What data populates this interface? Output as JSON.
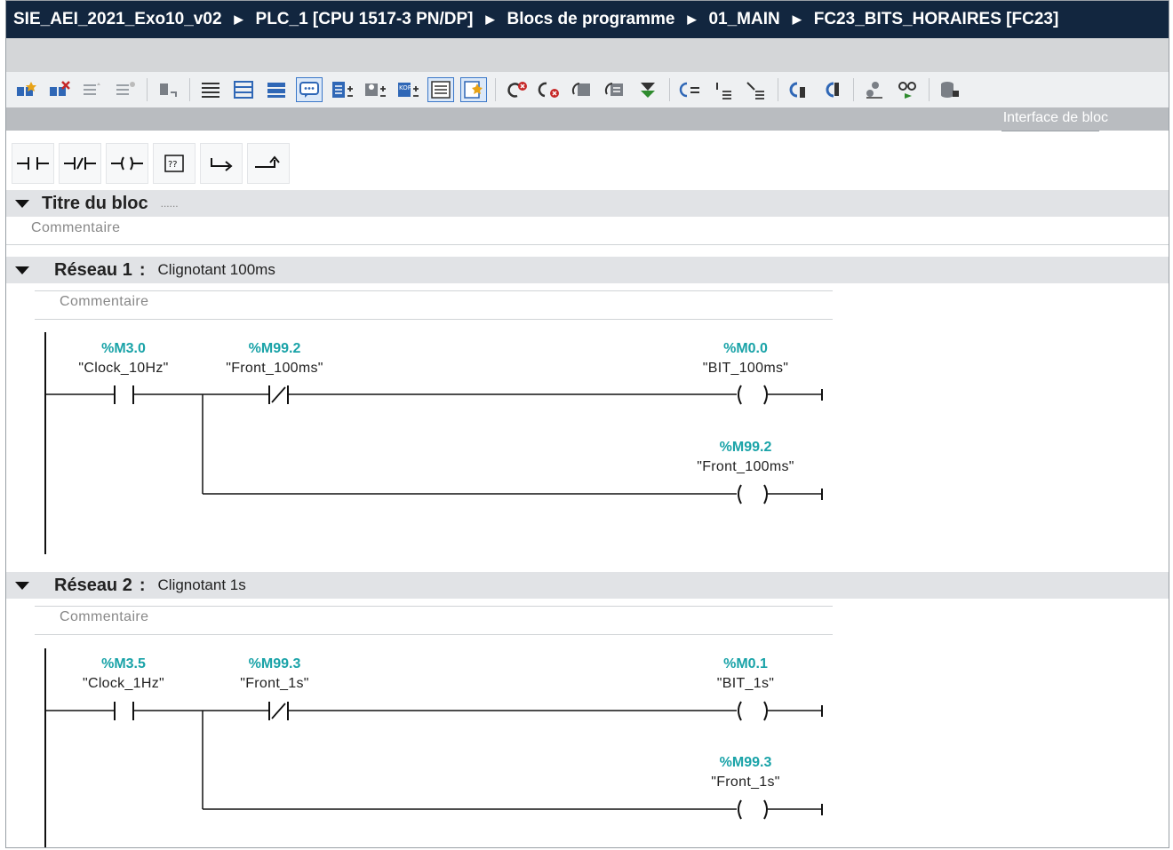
{
  "breadcrumb": {
    "items": [
      "SIE_AEI_2021_Exo10_v02",
      "PLC_1 [CPU 1517-3 PN/DP]",
      "Blocs de programme",
      "01_MAIN",
      "FC23_BITS_HORAIRES [FC23]"
    ],
    "separator": "▶"
  },
  "interface_label": "Interface de bloc",
  "block": {
    "title": "Titre du bloc",
    "dots": "......",
    "comment": "Commentaire"
  },
  "networks": [
    {
      "label": "Réseau 1",
      "colon": ":",
      "title": "Clignotant 100ms",
      "comment": "Commentaire",
      "contact_no": {
        "address": "%M3.0",
        "symbol": "\"Clock_10Hz\""
      },
      "contact_nc": {
        "address": "%M99.2",
        "symbol": "\"Front_100ms\""
      },
      "coil_1": {
        "address": "%M0.0",
        "symbol": "\"BIT_100ms\""
      },
      "coil_2": {
        "address": "%M99.2",
        "symbol": "\"Front_100ms\""
      }
    },
    {
      "label": "Réseau 2",
      "colon": ":",
      "title": "Clignotant 1s",
      "comment": "Commentaire",
      "contact_no": {
        "address": "%M3.5",
        "symbol": "\"Clock_1Hz\""
      },
      "contact_nc": {
        "address": "%M99.3",
        "symbol": "\"Front_1s\""
      },
      "coil_1": {
        "address": "%M0.1",
        "symbol": "\"BIT_1s\""
      },
      "coil_2": {
        "address": "%M99.3",
        "symbol": "\"Front_1s\""
      }
    }
  ],
  "colors": {
    "title_bar": "#12263f",
    "address": "#1aa3a8",
    "header": "#e1e3e6"
  }
}
